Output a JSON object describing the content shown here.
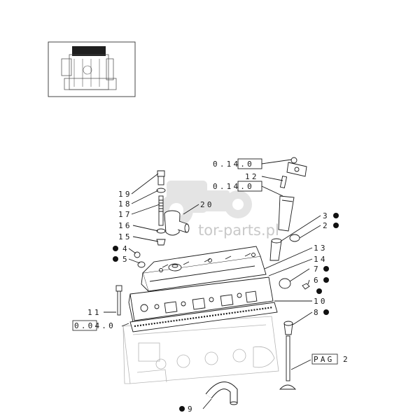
{
  "watermark": "tor-parts.pl",
  "bullet_glyph": "●",
  "callouts": {
    "c19": "19",
    "c18": "18",
    "c17": "17",
    "c16": "16",
    "c15": "15",
    "c20": "20",
    "c4": "4",
    "c5": "5",
    "c3": "3",
    "c2": "2",
    "c13": "13",
    "c14": "14",
    "c7": "7",
    "c6": "6",
    "c10": "10",
    "c8": "8",
    "c11": "11",
    "c12": "12",
    "c9": "9"
  },
  "refs": {
    "r0140_top": "0.14.0",
    "r0140_mid": "0.14.0",
    "r040": "0.04.0",
    "pag2_box": "PAG",
    "pag2_num": "2"
  },
  "bulleted_callouts": [
    "3",
    "2",
    "4",
    "5",
    "7",
    "6",
    "8",
    "9"
  ]
}
